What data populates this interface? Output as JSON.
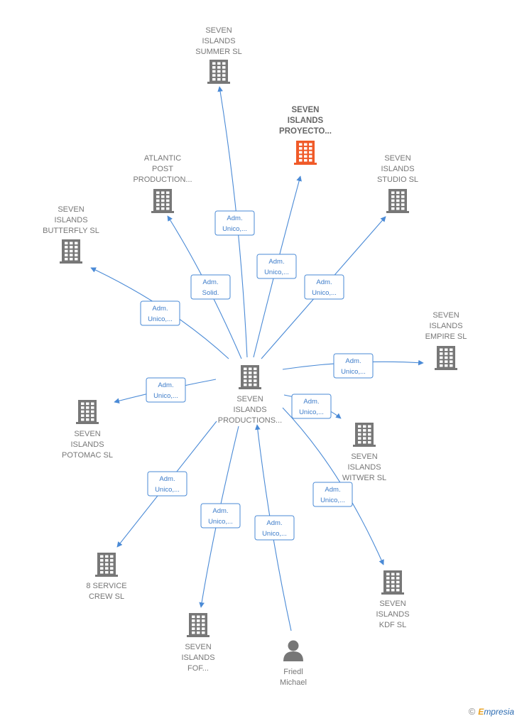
{
  "colors": {
    "edge": "#4a8ad6",
    "building": "#777777",
    "focus_building": "#f05a28",
    "label": "#777777"
  },
  "nodes": [
    {
      "id": "center",
      "type": "company",
      "lines": [
        "SEVEN",
        "ISLANDS",
        "PRODUCTIONS..."
      ]
    },
    {
      "id": "summer",
      "type": "company",
      "lines": [
        "SEVEN",
        "ISLANDS",
        "SUMMER  SL"
      ]
    },
    {
      "id": "proyecto",
      "type": "company-focus",
      "lines": [
        "SEVEN",
        "ISLANDS",
        "PROYECTO..."
      ]
    },
    {
      "id": "atlantic",
      "type": "company",
      "lines": [
        "ATLANTIC",
        "POST",
        "PRODUCTION..."
      ]
    },
    {
      "id": "studio",
      "type": "company",
      "lines": [
        "SEVEN",
        "ISLANDS",
        "STUDIO  SL"
      ]
    },
    {
      "id": "butterfly",
      "type": "company",
      "lines": [
        "SEVEN",
        "ISLANDS",
        "BUTTERFLY  SL"
      ]
    },
    {
      "id": "empire",
      "type": "company",
      "lines": [
        "SEVEN",
        "ISLANDS",
        "EMPIRE  SL"
      ]
    },
    {
      "id": "potomac",
      "type": "company",
      "lines": [
        "SEVEN",
        "ISLANDS",
        "POTOMAC  SL"
      ]
    },
    {
      "id": "witwer",
      "type": "company",
      "lines": [
        "SEVEN",
        "ISLANDS",
        "WITWER  SL"
      ]
    },
    {
      "id": "service",
      "type": "company",
      "lines": [
        "8 SERVICE",
        "CREW  SL"
      ]
    },
    {
      "id": "kdf",
      "type": "company",
      "lines": [
        "SEVEN",
        "ISLANDS",
        "KDF  SL"
      ]
    },
    {
      "id": "fof",
      "type": "company",
      "lines": [
        "SEVEN",
        "ISLANDS",
        "FOF..."
      ]
    },
    {
      "id": "friedl",
      "type": "person",
      "lines": [
        "Friedl",
        "Michael"
      ]
    }
  ],
  "edges": [
    {
      "from": "center",
      "to": "summer",
      "label": [
        "Adm.",
        "Unico,..."
      ]
    },
    {
      "from": "center",
      "to": "proyecto",
      "label": [
        "Adm.",
        "Unico,..."
      ]
    },
    {
      "from": "center",
      "to": "atlantic",
      "label": [
        "Adm.",
        "Solid."
      ]
    },
    {
      "from": "center",
      "to": "studio",
      "label": [
        "Adm.",
        "Unico,..."
      ]
    },
    {
      "from": "center",
      "to": "butterfly",
      "label": [
        "Adm.",
        "Unico,..."
      ]
    },
    {
      "from": "center",
      "to": "empire",
      "label": [
        "Adm.",
        "Unico,..."
      ]
    },
    {
      "from": "center",
      "to": "potomac",
      "label": [
        "Adm.",
        "Unico,..."
      ]
    },
    {
      "from": "center",
      "to": "witwer",
      "label": [
        "Adm.",
        "Unico,..."
      ]
    },
    {
      "from": "center",
      "to": "service",
      "label": [
        "Adm.",
        "Unico,..."
      ]
    },
    {
      "from": "center",
      "to": "kdf",
      "label": [
        "Adm.",
        "Unico,..."
      ]
    },
    {
      "from": "center",
      "to": "fof",
      "label": [
        "Adm.",
        "Unico,..."
      ]
    },
    {
      "from": "friedl",
      "to": "center",
      "label": [
        "Adm.",
        "Unico,..."
      ]
    }
  ],
  "footer": {
    "copyright": "©",
    "brand_initial": "E",
    "brand_rest": "mpresia"
  }
}
